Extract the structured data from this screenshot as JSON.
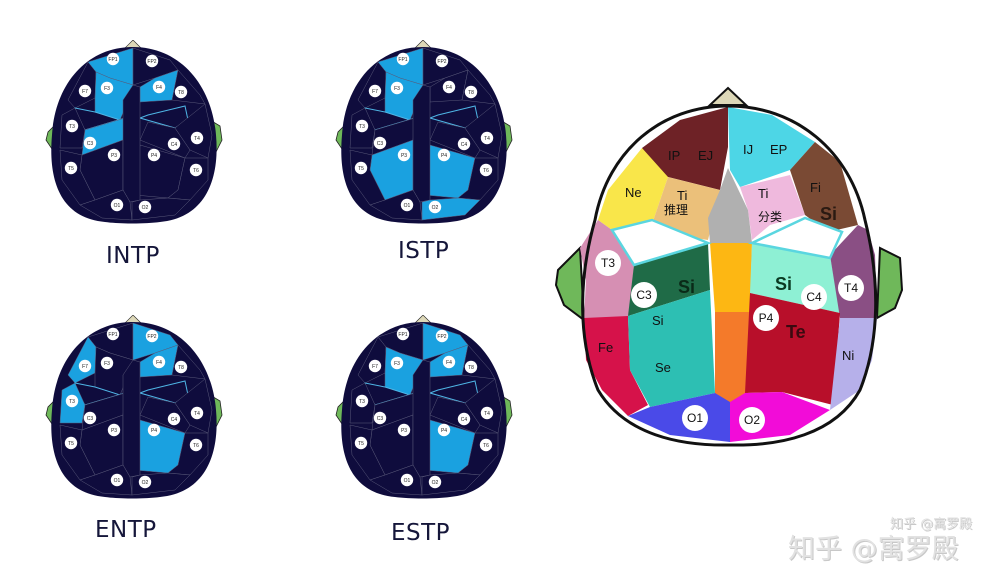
{
  "diagrams": {
    "intp": {
      "label": "INTP",
      "highlighted": [
        "FP1",
        "F3",
        "F4",
        "C3"
      ]
    },
    "istp": {
      "label": "ISTP",
      "highlighted": [
        "FP1",
        "F3",
        "P3",
        "P4",
        "O2"
      ]
    },
    "entp": {
      "label": "ENTP",
      "highlighted": [
        "FP2",
        "F4",
        "F7",
        "T3",
        "P4"
      ]
    },
    "estp": {
      "label": "ESTP",
      "highlighted": [
        "FP2",
        "F4",
        "F3",
        "P4"
      ]
    }
  },
  "electrodes": [
    "FP1",
    "FP2",
    "F7",
    "F3",
    "F4",
    "T8",
    "T3",
    "C3",
    "C4",
    "T4",
    "P3",
    "P4",
    "T5",
    "T6",
    "O1",
    "O2"
  ],
  "colors": {
    "head_dark": "#0f0c3d",
    "highlight_blue": "#1aa1e0",
    "ear_green": "#6fb85a",
    "nose": "#ddd8b8",
    "label_text": "#15163a"
  },
  "function_map": {
    "regions": [
      {
        "id": "frontal-left-top",
        "labels": [
          "IP",
          "EJ"
        ],
        "color": "#6e2226"
      },
      {
        "id": "frontal-right-top",
        "labels": [
          "IJ",
          "EP"
        ],
        "color": "#4dd6e6"
      },
      {
        "id": "ne",
        "labels": [
          "Ne"
        ],
        "color": "#f9e64a"
      },
      {
        "id": "ti-left",
        "labels": [
          "Ti",
          "推理"
        ],
        "color": "#ebc07a"
      },
      {
        "id": "ti-right",
        "labels": [
          "Ti",
          "分类"
        ],
        "color": "#efb9dd"
      },
      {
        "id": "fi",
        "labels": [
          "Fi",
          "Si"
        ],
        "color": "#7a4a34"
      },
      {
        "id": "midline-front",
        "labels": [],
        "color": "#b0b0b0"
      },
      {
        "id": "midline-center",
        "labels": [],
        "color": "#fdb713"
      },
      {
        "id": "midline-back",
        "labels": [],
        "color": "#f47a2a"
      },
      {
        "id": "t3",
        "labels": [
          "T3"
        ],
        "color": "#d68fb3"
      },
      {
        "id": "c3-si",
        "labels": [
          "C3",
          "Si"
        ],
        "color": "#1f6b47"
      },
      {
        "id": "c4-si",
        "labels": [
          "Si",
          "C4"
        ],
        "color": "#8ef0d4"
      },
      {
        "id": "t4",
        "labels": [
          "T4"
        ],
        "color": "#8a4f84"
      },
      {
        "id": "fe",
        "labels": [
          "Fe"
        ],
        "color": "#d6124a"
      },
      {
        "id": "si-se",
        "labels": [
          "Si",
          "Se"
        ],
        "color": "#2dbfb3"
      },
      {
        "id": "p4-te",
        "labels": [
          "P4",
          "Te"
        ],
        "color": "#b80f2a"
      },
      {
        "id": "ni",
        "labels": [
          "Ni"
        ],
        "color": "#b6b0ea"
      },
      {
        "id": "o1",
        "labels": [
          "O1"
        ],
        "color": "#4a4ae8"
      },
      {
        "id": "o2",
        "labels": [
          "O2"
        ],
        "color": "#f20cd8"
      }
    ]
  },
  "watermark": {
    "large": "知乎 @寓罗殿",
    "small": "知乎 @寓罗殿"
  }
}
